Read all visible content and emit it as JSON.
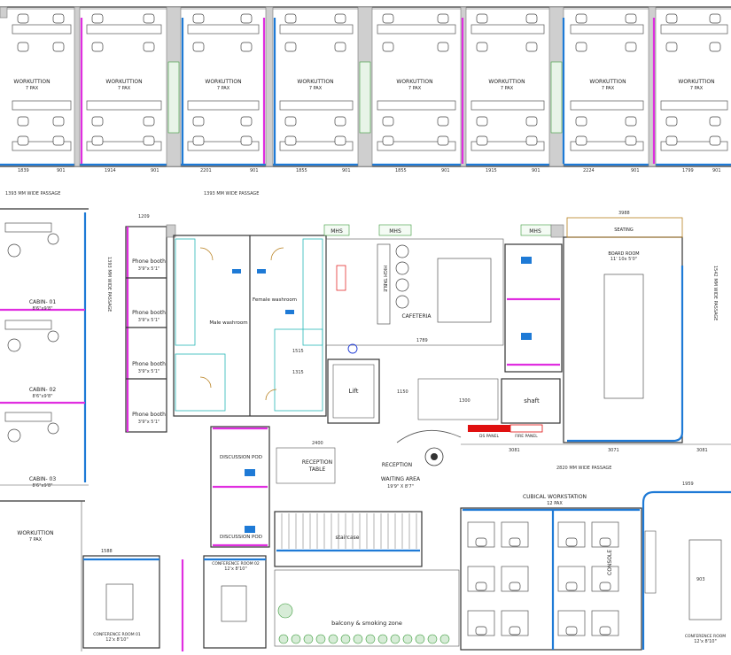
{
  "plan": {
    "workstations_top": [
      {
        "label": "WORKUTTION",
        "pax": "7 PAX",
        "dim_left": "1839",
        "dim_mid": "901"
      },
      {
        "label": "WORKUTTION",
        "pax": "7 PAX",
        "dim_left": "1914",
        "dim_mid": "901"
      },
      {
        "label": "WORKUTTION",
        "pax": "7 PAX",
        "dim_left": "2201",
        "dim_mid": "901"
      },
      {
        "label": "WORKUTTION",
        "pax": "7 PAX",
        "dim_left": "1855",
        "dim_mid": "901"
      },
      {
        "label": "WORKUTTION",
        "pax": "7 PAX",
        "dim_left": "1855",
        "dim_mid": "901"
      },
      {
        "label": "WORKUTTION",
        "pax": "7 PAX",
        "dim_left": "1915",
        "dim_mid": "901"
      },
      {
        "label": "WORKUTTION",
        "pax": "7 PAX",
        "dim_left": "2224",
        "dim_mid": "901"
      },
      {
        "label": "WORKUTTION",
        "pax": "7 PAX",
        "dim_left": "1799",
        "dim_mid": "901"
      }
    ],
    "passage_top_left": "1393 MM WIDE PASSAGE",
    "passage_top_right": "1393 MM WIDE PASSAGE",
    "passage_left_vertical": "1393 MM WIDE PASSAGE",
    "passage_right_vertical": "1542 MM WIDE PASSAGE",
    "passage_middle": "2820 MM WIDE PASSAGE",
    "cabins": [
      {
        "name": "CABIN- 01",
        "size": "8'6\"x9'8\""
      },
      {
        "name": "CABIN- 02",
        "size": "8'6\"x9'8\""
      },
      {
        "name": "CABIN- 03",
        "size": "8'6\"x9'8\""
      }
    ],
    "phone_booths": [
      {
        "name": "Phone booth",
        "size": "3'9\"x 5'1\""
      },
      {
        "name": "Phone booth",
        "size": "3'9\"x 5'1\""
      },
      {
        "name": "Phone booth",
        "size": "3'9\"x 5'1\""
      },
      {
        "name": "Phone booth",
        "size": "3'9\"x 5'1\""
      }
    ],
    "washrooms": {
      "male": "Male washroom",
      "female": "Female washroom"
    },
    "lift": "Lift",
    "shaft": "shaft",
    "cafeteria": "CAFETERIA",
    "high_table": "HIGH TABLE",
    "mhs": [
      "MHS",
      "MHS",
      "MHS"
    ],
    "seating": "SEATING",
    "board_room": {
      "name": "BOARD ROOM",
      "size": "11' 10x 5'0\""
    },
    "reception_table": {
      "line1": "RECEPTION",
      "line2": "TABLE"
    },
    "reception_waiting": {
      "line1": "RECEPTION",
      "line2": "WAITING AREA",
      "size": "19'9\" X 8'7\""
    },
    "discussion_pods": [
      "DISCUSSION POD",
      "DISCUSSION POD"
    ],
    "conference_rooms": [
      {
        "name": "CONFERENCE ROOM 02",
        "size": "12'x 8'10\""
      },
      {
        "name": "CONFERENCE ROOM 01",
        "size": "12'x 8'10\""
      },
      {
        "name": "CONFERENCE ROOM",
        "size": "12'x 8'10\""
      }
    ],
    "staircase": "staircase",
    "balcony": "balcony & smoking zone",
    "workstation_bottom_left": {
      "label": "WORKUTTION",
      "pax": "7 PAX"
    },
    "cubical_workstation": {
      "label": "CUBICAL WORKSTATION",
      "pax": "12 PAX"
    },
    "console": "CONSOLE",
    "panels": {
      "ds": "DS PANEL",
      "fire": "FIRE PANEL"
    },
    "dims": [
      "2400",
      "1789",
      "1300",
      "1209",
      "3081",
      "1959",
      "1150",
      "3988",
      "1515",
      "1315",
      "3071",
      "3081",
      "1588",
      "903"
    ]
  },
  "colors": {
    "partition_blue": "#1e7ad6",
    "partition_magenta": "#e02ee0",
    "fire_red": "#e01010",
    "plant_green": "#3a9a3a",
    "column_grey": "#8c8c8c"
  }
}
